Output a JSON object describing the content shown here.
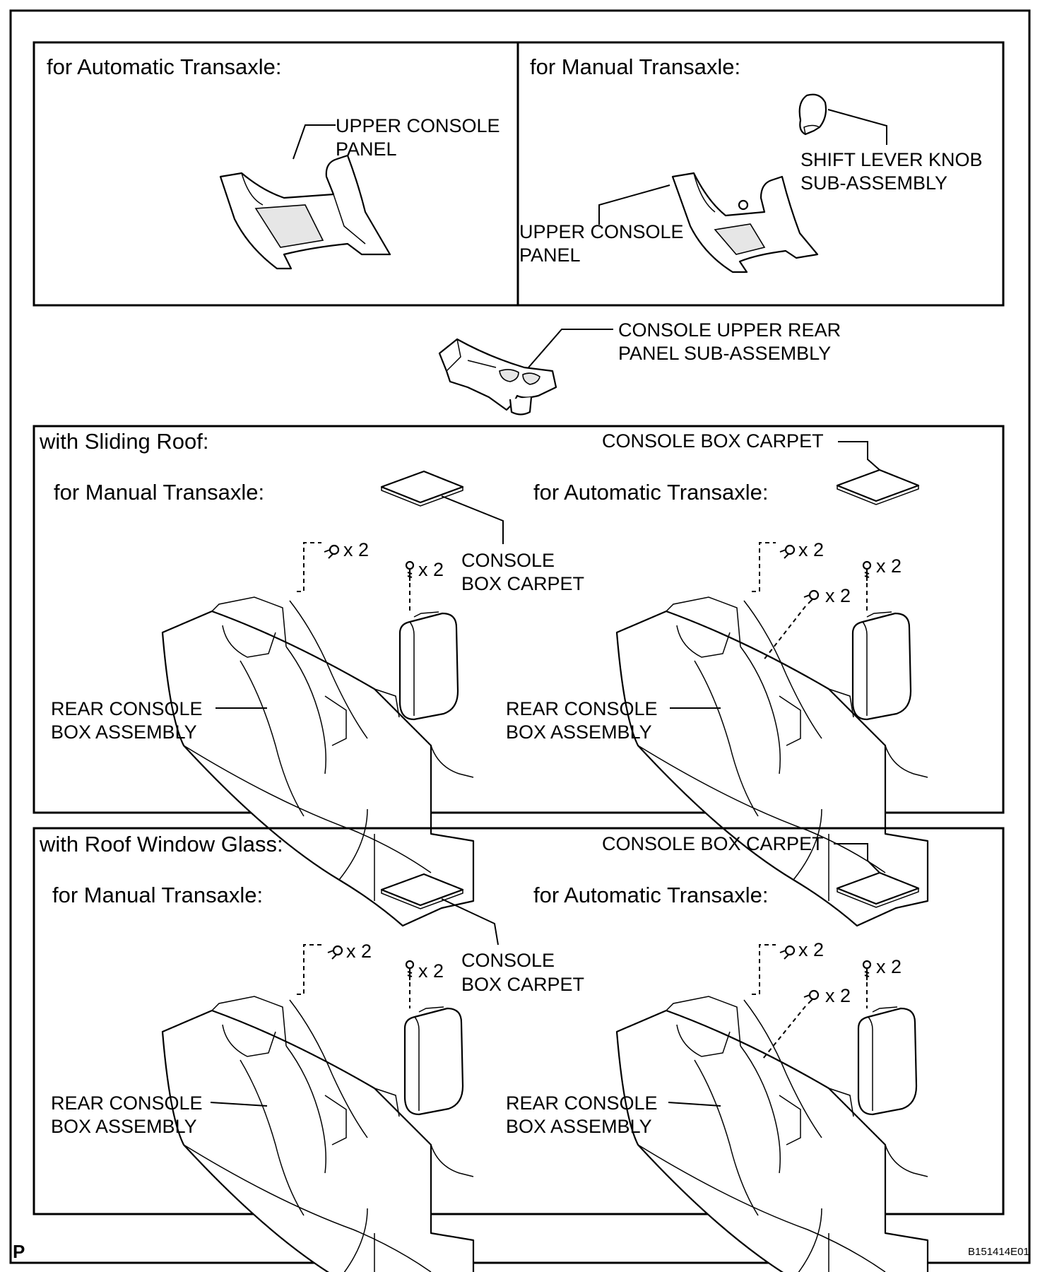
{
  "page_marker": "P",
  "figure_code": "B151414E01",
  "top_panel": {
    "automatic": {
      "heading": "for Automatic Transaxle:",
      "part_label": [
        "UPPER CONSOLE",
        "PANEL"
      ]
    },
    "manual": {
      "heading": "for Manual Transaxle:",
      "knob_label": [
        "SHIFT LEVER KNOB",
        "SUB-ASSEMBLY"
      ],
      "part_label": [
        "UPPER CONSOLE",
        "PANEL"
      ]
    }
  },
  "middle": {
    "part_label": [
      "CONSOLE UPPER REAR",
      "PANEL SUB-ASSEMBLY"
    ]
  },
  "sliding_roof_panel": {
    "heading": "with Sliding Roof:",
    "manual_heading": "for Manual Transaxle:",
    "automatic_heading": "for Automatic Transaxle:",
    "carpet_label_top": "CONSOLE BOX CARPET",
    "carpet_label_manual": [
      "CONSOLE",
      "BOX CARPET"
    ],
    "console_label": [
      "REAR CONSOLE",
      "BOX ASSEMBLY"
    ],
    "qty": "x 2"
  },
  "roof_window_panel": {
    "heading": "with Roof Window Glass:",
    "manual_heading": "for Manual Transaxle:",
    "automatic_heading": "for Automatic Transaxle:",
    "carpet_label_top": "CONSOLE BOX CARPET",
    "carpet_label_manual": [
      "CONSOLE",
      "BOX CARPET"
    ],
    "console_label": [
      "REAR CONSOLE",
      "BOX ASSEMBLY"
    ],
    "qty": "x 2"
  }
}
